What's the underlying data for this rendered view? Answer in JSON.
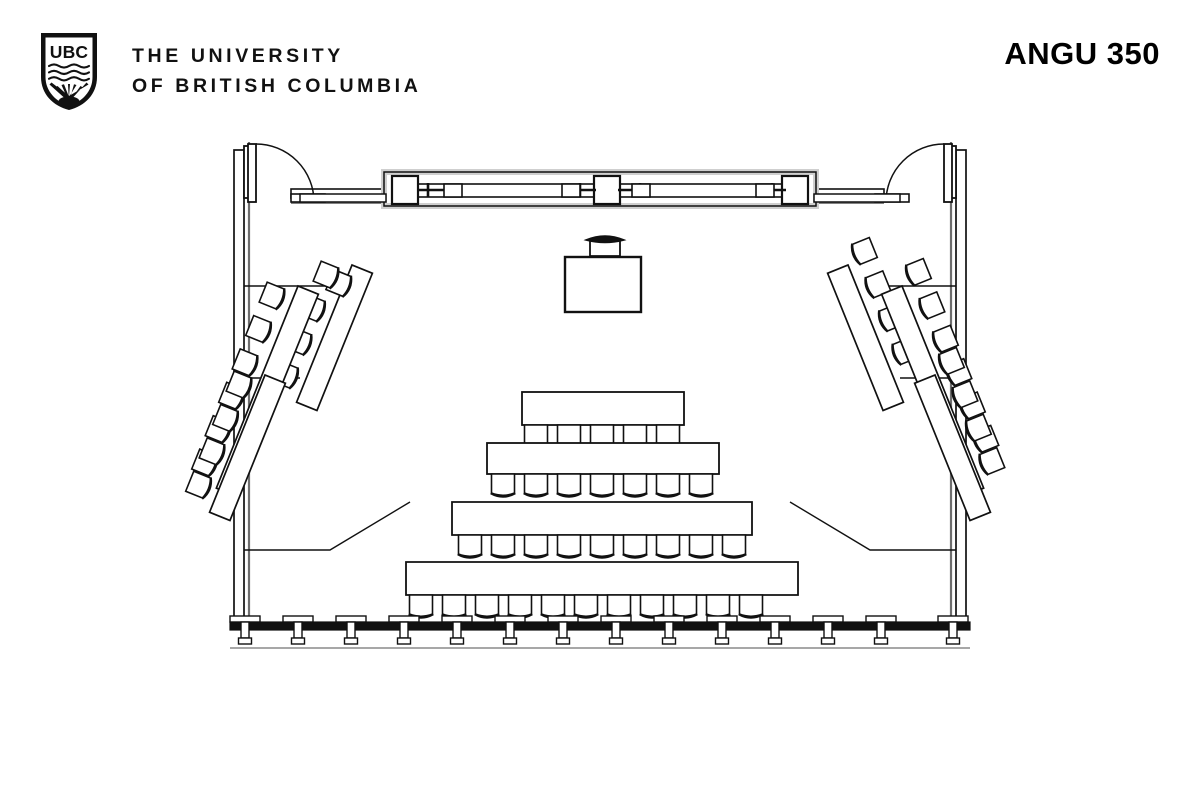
{
  "header": {
    "logo_icon": "ubc-crest-shield-icon",
    "wordmark_line1": "THE UNIVERSITY",
    "wordmark_line2": "OF BRITISH COLUMBIA",
    "room_title": "ANGU 350"
  },
  "colors": {
    "ink": "#000000",
    "line": "#1a1a1a",
    "page_background": "#ffffff",
    "furniture_fill": "#ffffff",
    "chair_shadow": "#000000"
  },
  "floorplan": {
    "room_label": "ANGU 350",
    "room_type": "tiered lecture theatre",
    "doors": [
      {
        "name": "door-top-left",
        "position": "top-left-corner",
        "swing": "arc-down-right"
      },
      {
        "name": "door-top-right",
        "position": "top-right-corner",
        "swing": "arc-down-left"
      }
    ],
    "front_wall": {
      "name": "whiteboard-track",
      "description": "sliding whiteboard / projection screen track with mounting brackets"
    },
    "instructor": {
      "desk_label": "instructor-desk",
      "chair_count": 1
    },
    "center_rows": [
      {
        "row": 1,
        "chairs": 5
      },
      {
        "row": 2,
        "chairs": 7
      },
      {
        "row": 3,
        "chairs": 9
      },
      {
        "row": 4,
        "chairs": 11
      }
    ],
    "left_tables": [
      {
        "name": "left-table-inner-upper",
        "chairs": 4
      },
      {
        "name": "left-table-middle",
        "chairs": 6
      },
      {
        "name": "left-table-outer-lower",
        "chairs": 4
      }
    ],
    "right_tables": [
      {
        "name": "right-table-inner-upper",
        "chairs": 4
      },
      {
        "name": "right-table-middle",
        "chairs": 6
      },
      {
        "name": "right-table-outer-lower",
        "chairs": 4
      }
    ],
    "bottom_wall": {
      "name": "glazed-curtain-wall",
      "mullion_count": 14
    },
    "total_seats": 56
  }
}
